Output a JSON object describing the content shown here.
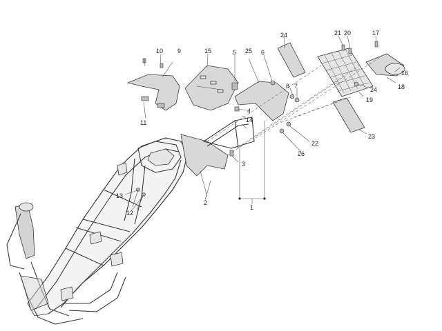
{
  "diagram": {
    "callouts": [
      "1",
      "2",
      "3",
      "4",
      "5",
      "6",
      "7",
      "8",
      "9",
      "10",
      "11",
      "12",
      "13",
      "14",
      "15",
      "16",
      "17",
      "18",
      "19",
      "20",
      "21",
      "22",
      "23",
      "24",
      "24",
      "25",
      "26"
    ]
  }
}
